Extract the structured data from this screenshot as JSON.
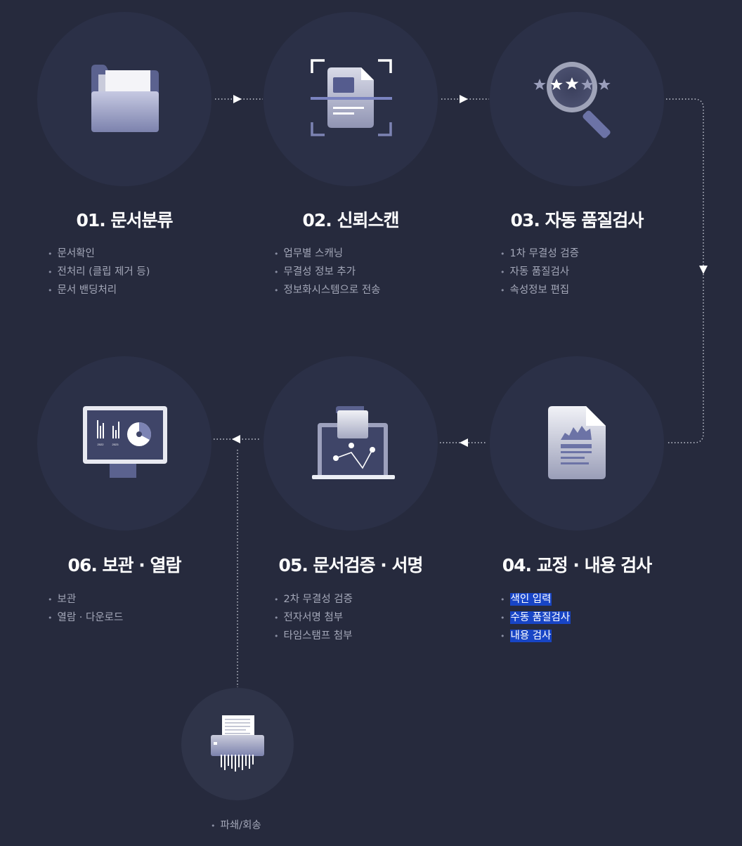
{
  "steps": [
    {
      "title": "01. 문서분류",
      "icon": "folder-icon",
      "items": [
        "문서확인",
        "전처리 (클립 제거 등)",
        "문서 밴딩처리"
      ]
    },
    {
      "title": "02. 신뢰스캔",
      "icon": "document-scan-icon",
      "items": [
        "업무별 스캐닝",
        "무결성 정보 추가",
        "정보화시스템으로 전송"
      ]
    },
    {
      "title": "03. 자동 품질검사",
      "icon": "magnifier-stars-icon",
      "items": [
        "1차 무결성 검증",
        "자동 품질검사",
        "속성정보 편집"
      ]
    },
    {
      "title": "04. 교정 · 내용 검사",
      "icon": "document-chart-icon",
      "items": [
        "색인 입력",
        "수동 품질검사",
        "내용 검사"
      ]
    },
    {
      "title": "05. 문서검증 · 서명",
      "icon": "laptop-chart-icon",
      "items": [
        "2차 무결성 검증",
        "전자서명 첨부",
        "타임스탬프 첨부"
      ]
    },
    {
      "title": "06. 보관 · 열람",
      "icon": "monitor-chart-icon",
      "items": [
        "보관",
        "열람 · 다운로드"
      ]
    }
  ],
  "extra": {
    "icon": "shredder-icon",
    "items": [
      "파쇄/회송"
    ]
  },
  "monitor_labels": [
    "2022",
    "2023"
  ],
  "colors": {
    "background": "#262a3d",
    "circle": "#2b3047",
    "highlight": "#1845c5",
    "text_muted": "#a3a7b8"
  }
}
